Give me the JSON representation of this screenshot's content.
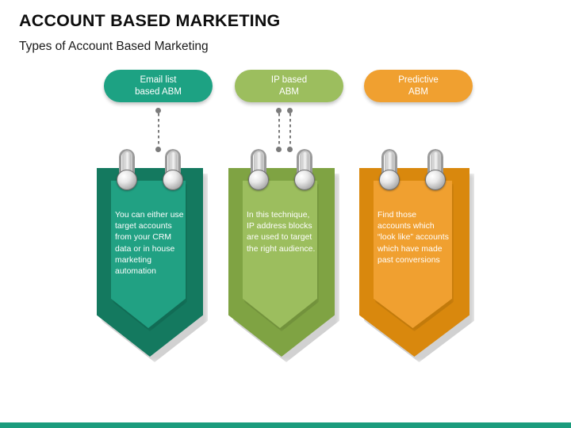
{
  "header": {
    "title": "ACCOUNT BASED MARKETING",
    "subtitle": "Types of Account Based Marketing"
  },
  "theme": {
    "teal_light": "#1da283",
    "teal_dark": "#14795f",
    "green_light": "#9cbe5e",
    "green_dark": "#7fa343",
    "orange_light": "#f0a030",
    "orange_dark": "#d9880d",
    "bottom_bar": "#1b9c7d",
    "connector_gray": "#7b7b7b",
    "text_on_color": "#ffffff"
  },
  "items": [
    {
      "pill_line1": "Email list",
      "pill_line2": "based ABM",
      "body": "You can either use target accounts from your CRM data or in house marketing automation",
      "connectors": 1
    },
    {
      "pill_line1": "IP based",
      "pill_line2": "ABM",
      "body": "In this technique, IP address blocks are used to target the right audience.",
      "connectors": 2
    },
    {
      "pill_line1": "Predictive",
      "pill_line2": "ABM",
      "body": "Find those accounts which “look like” accounts which have made past conversions",
      "connectors": 0
    }
  ]
}
